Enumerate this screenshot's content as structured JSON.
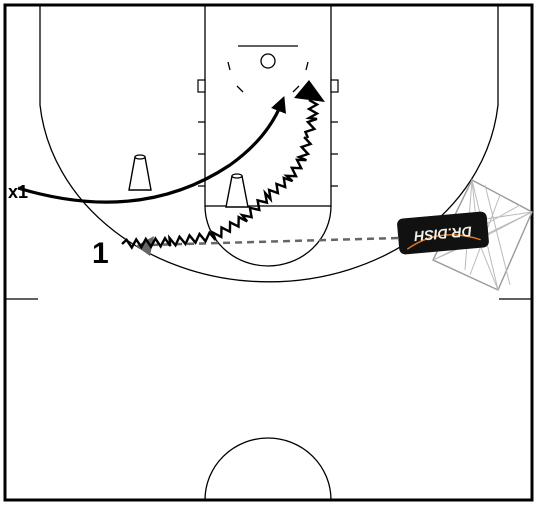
{
  "labels": {
    "defender": "x1",
    "offense": "1"
  },
  "machine": {
    "brand_text": "DR.DISH",
    "body_color": "#111111",
    "accent_color": "#e0781f"
  },
  "colors": {
    "line": "#000000",
    "pass_line": "#666666",
    "net": "#bbbbbb"
  },
  "icons": {
    "cone": "cone-icon",
    "arrowhead": "arrowhead-icon"
  }
}
